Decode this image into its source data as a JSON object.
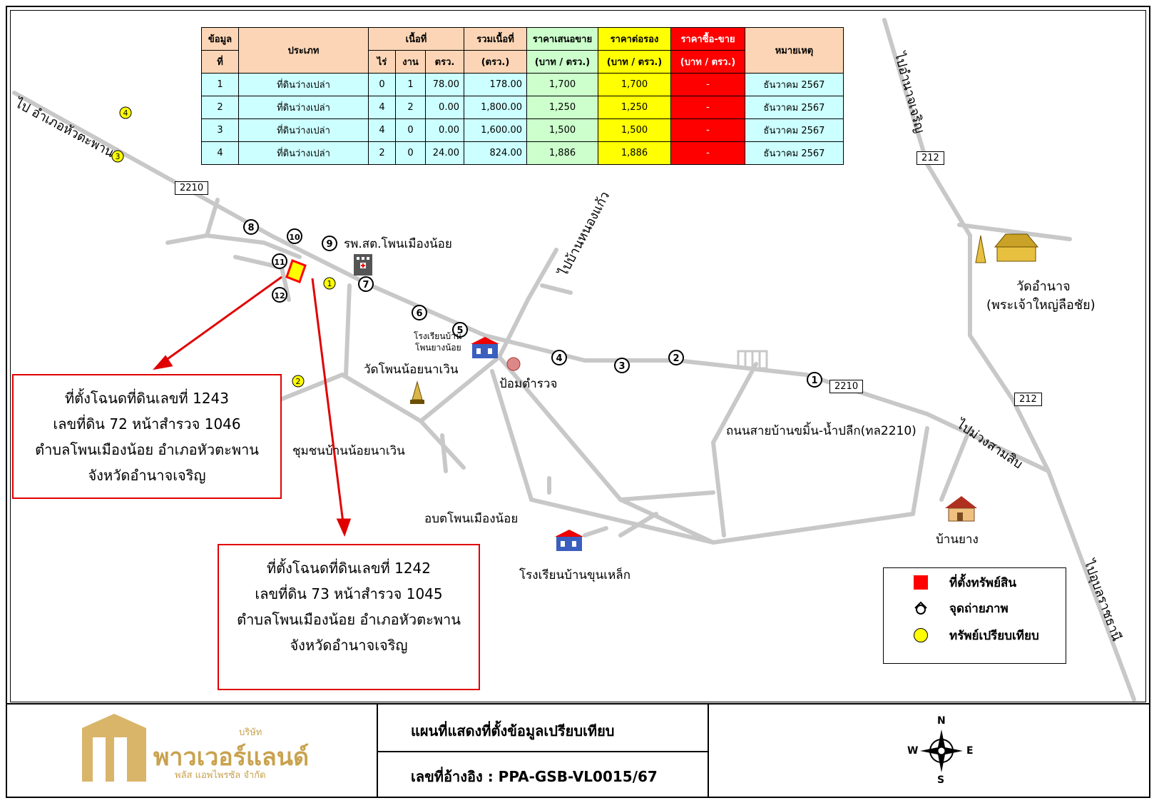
{
  "table": {
    "headers": {
      "data_no_1": "ข้อมูล",
      "data_no_2": "ที่",
      "type": "ประเภท",
      "area": "เนื้อที่",
      "rai": "ไร่",
      "ngan": "งาน",
      "sqw": "ตรว.",
      "total_1": "รวมเนื้อที่",
      "total_2": "(ตรว.)",
      "offer_1": "ราคาเสนอขาย",
      "offer_2": "(บาท / ตรว.)",
      "nego_1": "ราคาต่อรอง",
      "nego_2": "(บาท / ตรว.)",
      "sale_1": "ราคาซื้อ-ขาย",
      "sale_2": "(บาท / ตรว.)",
      "note": "หมายเหตุ"
    },
    "rows": [
      {
        "no": "1",
        "type": "ที่ดินว่างเปล่า",
        "rai": "0",
        "ngan": "1",
        "sqw": "78.00",
        "total": "178.00",
        "offer": "1,700",
        "nego": "1,700",
        "sale": "-",
        "note": "ธันวาคม 2567"
      },
      {
        "no": "2",
        "type": "ที่ดินว่างเปล่า",
        "rai": "4",
        "ngan": "2",
        "sqw": "0.00",
        "total": "1,800.00",
        "offer": "1,250",
        "nego": "1,250",
        "sale": "-",
        "note": "ธันวาคม 2567"
      },
      {
        "no": "3",
        "type": "ที่ดินว่างเปล่า",
        "rai": "4",
        "ngan": "0",
        "sqw": "0.00",
        "total": "1,600.00",
        "offer": "1,500",
        "nego": "1,500",
        "sale": "-",
        "note": "ธันวาคม 2567"
      },
      {
        "no": "4",
        "type": "ที่ดินว่างเปล่า",
        "rai": "2",
        "ngan": "0",
        "sqw": "24.00",
        "total": "824.00",
        "offer": "1,886",
        "nego": "1,886",
        "sale": "-",
        "note": "ธันวาคม 2567"
      }
    ]
  },
  "map": {
    "road_labels": {
      "to_hua_taphan": "ไป อำเภอหัวตะพาน",
      "to_amnat_charoen": "ไปอำนาจเจริญ",
      "to_nong_kaeo": "ไปบ้านหนองแก้ว",
      "to_muang_sam_sip": "ไปม่วงสามสิบ",
      "to_ubon": "ไปอุบลราชธานี",
      "road_name": "ถนนสายบ้านขมิ้น-น้ำปลีก(ทล2210)"
    },
    "route_numbers": {
      "r2210_a": "2210",
      "r2210_b": "2210",
      "r212_a": "212",
      "r212_b": "212"
    },
    "places": {
      "hospital": "รพ.สต.โพนเมืองน้อย",
      "temple_amnat_1": "วัดอำนาจ",
      "temple_amnat_2": "(พระเจ้าใหญ่ลือชัย)",
      "school_1": "โรงเรียนบ้าน",
      "school_2": "โพนยางน้อย",
      "wat_phon": "วัดโพนน้อยนาเวิน",
      "police": "ป้อมตำรวจ",
      "community": "ชุมชนบ้านน้อยนาเวิน",
      "sao": "อบตโพนเมืองน้อย",
      "school_khun": "โรงเรียนบ้านขุนเหล็ก",
      "ban_yang": "บ้านยาง"
    },
    "photo_points": [
      "1",
      "2",
      "3",
      "4",
      "5",
      "6",
      "7",
      "8",
      "9",
      "10",
      "11",
      "12"
    ],
    "comparables": [
      "1",
      "2",
      "3",
      "4"
    ]
  },
  "deeds": {
    "deed_1243": {
      "line1": "ที่ตั้งโฉนดที่ดินเลขที่ 1243",
      "line2": "เลขที่ดิน 72 หน้าสำรวจ 1046",
      "line3": "ตำบลโพนเมืองน้อย อำเภอหัวตะพาน",
      "line4": "จังหวัดอำนาจเจริญ"
    },
    "deed_1242": {
      "line1": "ที่ตั้งโฉนดที่ดินเลขที่ 1242",
      "line2": "เลขที่ดิน 73 หน้าสำรวจ 1045",
      "line3": "ตำบลโพนเมืองน้อย อำเภอหัวตะพาน",
      "line4": "จังหวัดอำนาจเจริญ"
    }
  },
  "legend": {
    "property": "ที่ตั้งทรัพย์สิน",
    "photo": "จุดถ่ายภาพ",
    "comparable": "ทรัพย์เปรียบเทียบ",
    "colors": {
      "property": "#ff0000",
      "comparable": "#ffff00"
    }
  },
  "footer": {
    "logo_small": "บริษัท",
    "logo_main": "พาวเวอร์แลนด์",
    "logo_sub": "พลัส แอพไพรซัล จำกัด",
    "title": "แผนที่แสดงที่ตั้งข้อมูลเปรียบเทียบ",
    "reference": "เลขที่อ้างอิง : PPA-GSB-VL0015/67",
    "compass": {
      "n": "N",
      "s": "S",
      "e": "E",
      "w": "W"
    }
  }
}
